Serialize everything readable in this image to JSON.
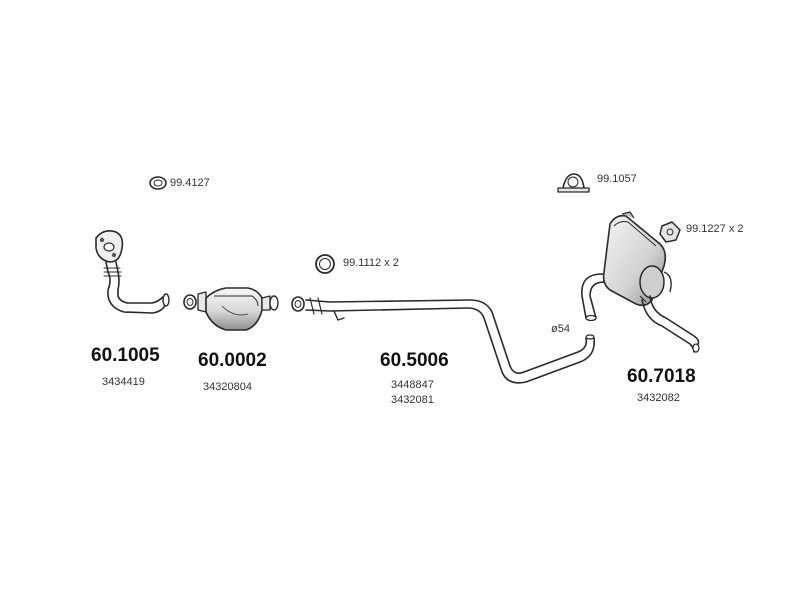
{
  "parts": {
    "front_pipe": {
      "number": "60.1005",
      "oem": [
        "3434419"
      ]
    },
    "catalyst": {
      "number": "60.0002",
      "oem": [
        "34320804"
      ]
    },
    "middle_pipe": {
      "number": "60.5006",
      "oem": [
        "3448847",
        "3432081"
      ]
    },
    "rear_muffler": {
      "number": "60.7018",
      "oem": [
        "3432082"
      ]
    }
  },
  "accessories": {
    "gasket": "99.4127",
    "ring": "99.1112 x 2",
    "clamp": "99.1057",
    "mount": "99.1227 x 2"
  },
  "pipe_diameter_label": "ø54",
  "colors": {
    "line": "#2a2a2a",
    "fill_light": "#f2f2f2",
    "fill_mid": "#d0d0d0",
    "fill_dark": "#9a9a9a"
  }
}
